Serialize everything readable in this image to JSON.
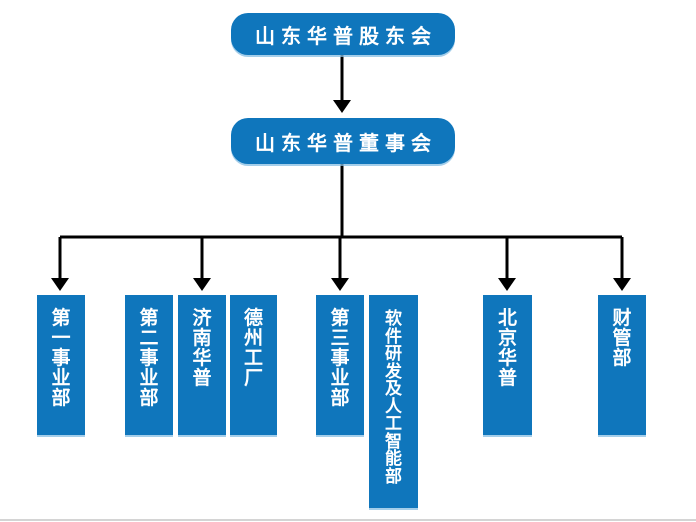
{
  "org_chart": {
    "root": {
      "label": "山东华普股东会"
    },
    "board": {
      "label": "山东华普董事会"
    },
    "departments": [
      {
        "label": "第一事业部"
      },
      {
        "label": "第二事业部"
      },
      {
        "label": "济南华普"
      },
      {
        "label": "德州工厂"
      },
      {
        "label": "第三事业部"
      },
      {
        "label": "软件研发及人工智能部"
      },
      {
        "label": "北京华普"
      },
      {
        "label": "财管部"
      }
    ],
    "colors": {
      "node_fill": "#0f76bc",
      "node_text": "#ffffff",
      "connector": "#000000",
      "footer_divider": "#d4d4d4"
    }
  }
}
